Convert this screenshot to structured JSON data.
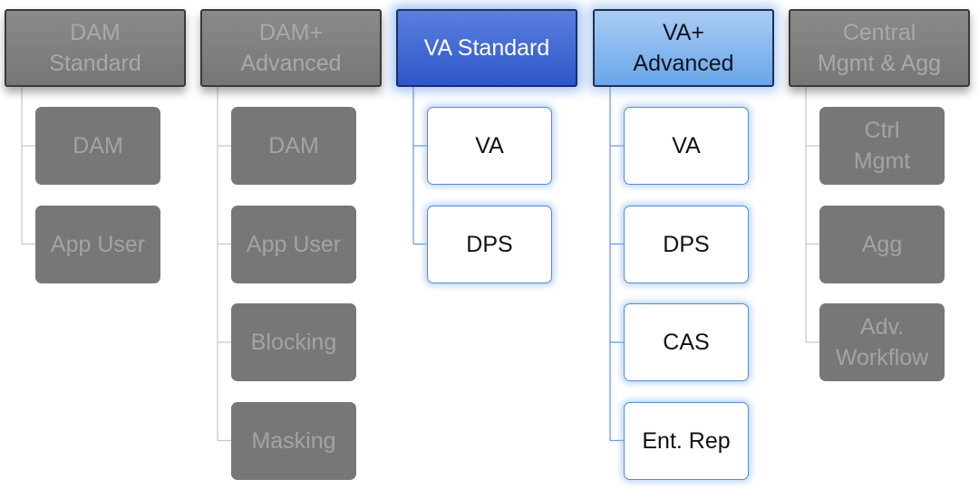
{
  "groups": [
    {
      "id": "dam-standard",
      "title": "DAM\nStandard",
      "state": "inactive",
      "items": [
        "DAM",
        "App User"
      ]
    },
    {
      "id": "dam-advanced",
      "title": "DAM+\nAdvanced",
      "state": "inactive",
      "items": [
        "DAM",
        "App User",
        "Blocking",
        "Masking"
      ]
    },
    {
      "id": "va-standard",
      "title": "VA Standard",
      "state": "active-dark",
      "items": [
        "VA",
        "DPS"
      ]
    },
    {
      "id": "va-advanced",
      "title": "VA+\nAdvanced",
      "state": "active-light",
      "items": [
        "VA",
        "DPS",
        "CAS",
        "Ent. Rep"
      ]
    },
    {
      "id": "central-mgmt",
      "title": "Central\nMgmt & Agg",
      "state": "inactive",
      "items": [
        "Ctrl\nMgmt",
        "Agg",
        "Adv.\nWorkflow"
      ]
    }
  ],
  "colors": {
    "connector_inactive": "#c8c8c8",
    "connector_active": "#6f9be0"
  }
}
